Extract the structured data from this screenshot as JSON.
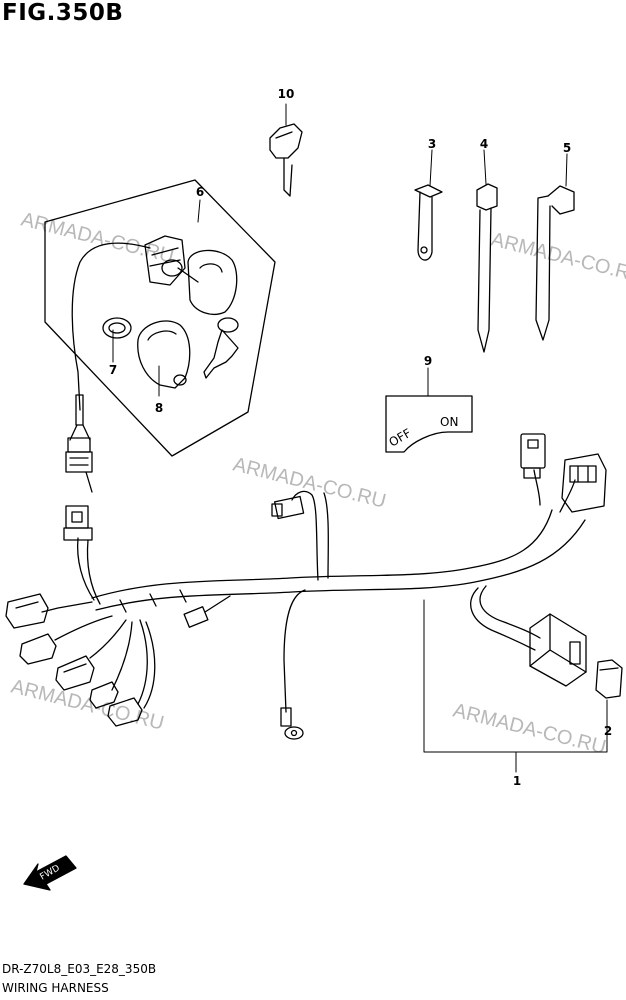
{
  "figure_title": "FIG.350B",
  "diagram_code": "DR-Z70L8_E03_E28_350B",
  "caption": "WIRING HARNESS",
  "watermark": "ARMADA-CO.RU",
  "callouts": [
    "1",
    "2",
    "3",
    "4",
    "5",
    "6",
    "7",
    "8",
    "9",
    "10"
  ],
  "switch_plate": {
    "off": "OFF",
    "on": "ON"
  },
  "fwd_label": "FWD",
  "colors": {
    "line": "#000000",
    "watermark": "#b8b8b8",
    "background": "#ffffff"
  }
}
